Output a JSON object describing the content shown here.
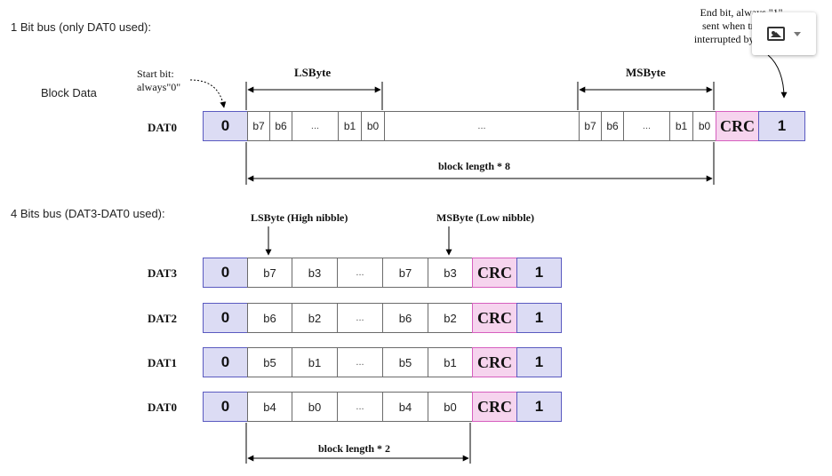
{
  "headings": {
    "one_bit": "1 Bit bus (only DAT0 used):",
    "four_bit": "4 Bits bus (DAT3-DAT0 used):"
  },
  "block_data": "Block Data",
  "start_bit": {
    "line1": "Start bit:",
    "line2": "always\"0\""
  },
  "end_bit": {
    "line1": "End bit, always \"1\"",
    "line2": "sent when transfer",
    "line3": "interrupted by a CMD"
  },
  "one_bit": {
    "lsbyte": "LSByte",
    "msbyte": "MSByte",
    "block_length": "block length * 8",
    "row": {
      "label": "DAT0",
      "cells": [
        "0",
        "b7",
        "b6",
        "...",
        "b1",
        "b0",
        "...",
        "b7",
        "b6",
        "...",
        "b1",
        "b0",
        "CRC",
        "1"
      ]
    }
  },
  "four_bit": {
    "lsbyte": "LSByte (High nibble)",
    "msbyte": "MSByte (Low nibble)",
    "block_length": "block length * 2",
    "rows": [
      {
        "label": "DAT3",
        "cells": [
          "0",
          "b7",
          "b3",
          "...",
          "b7",
          "b3",
          "CRC",
          "1"
        ]
      },
      {
        "label": "DAT2",
        "cells": [
          "0",
          "b6",
          "b2",
          "...",
          "b6",
          "b2",
          "CRC",
          "1"
        ]
      },
      {
        "label": "DAT1",
        "cells": [
          "0",
          "b5",
          "b1",
          "...",
          "b5",
          "b1",
          "CRC",
          "1"
        ]
      },
      {
        "label": "DAT0",
        "cells": [
          "0",
          "b4",
          "b0",
          "...",
          "b4",
          "b0",
          "CRC",
          "1"
        ]
      }
    ]
  },
  "toolbar": {
    "icons": [
      "image-icon",
      "chevron-down-icon"
    ]
  }
}
